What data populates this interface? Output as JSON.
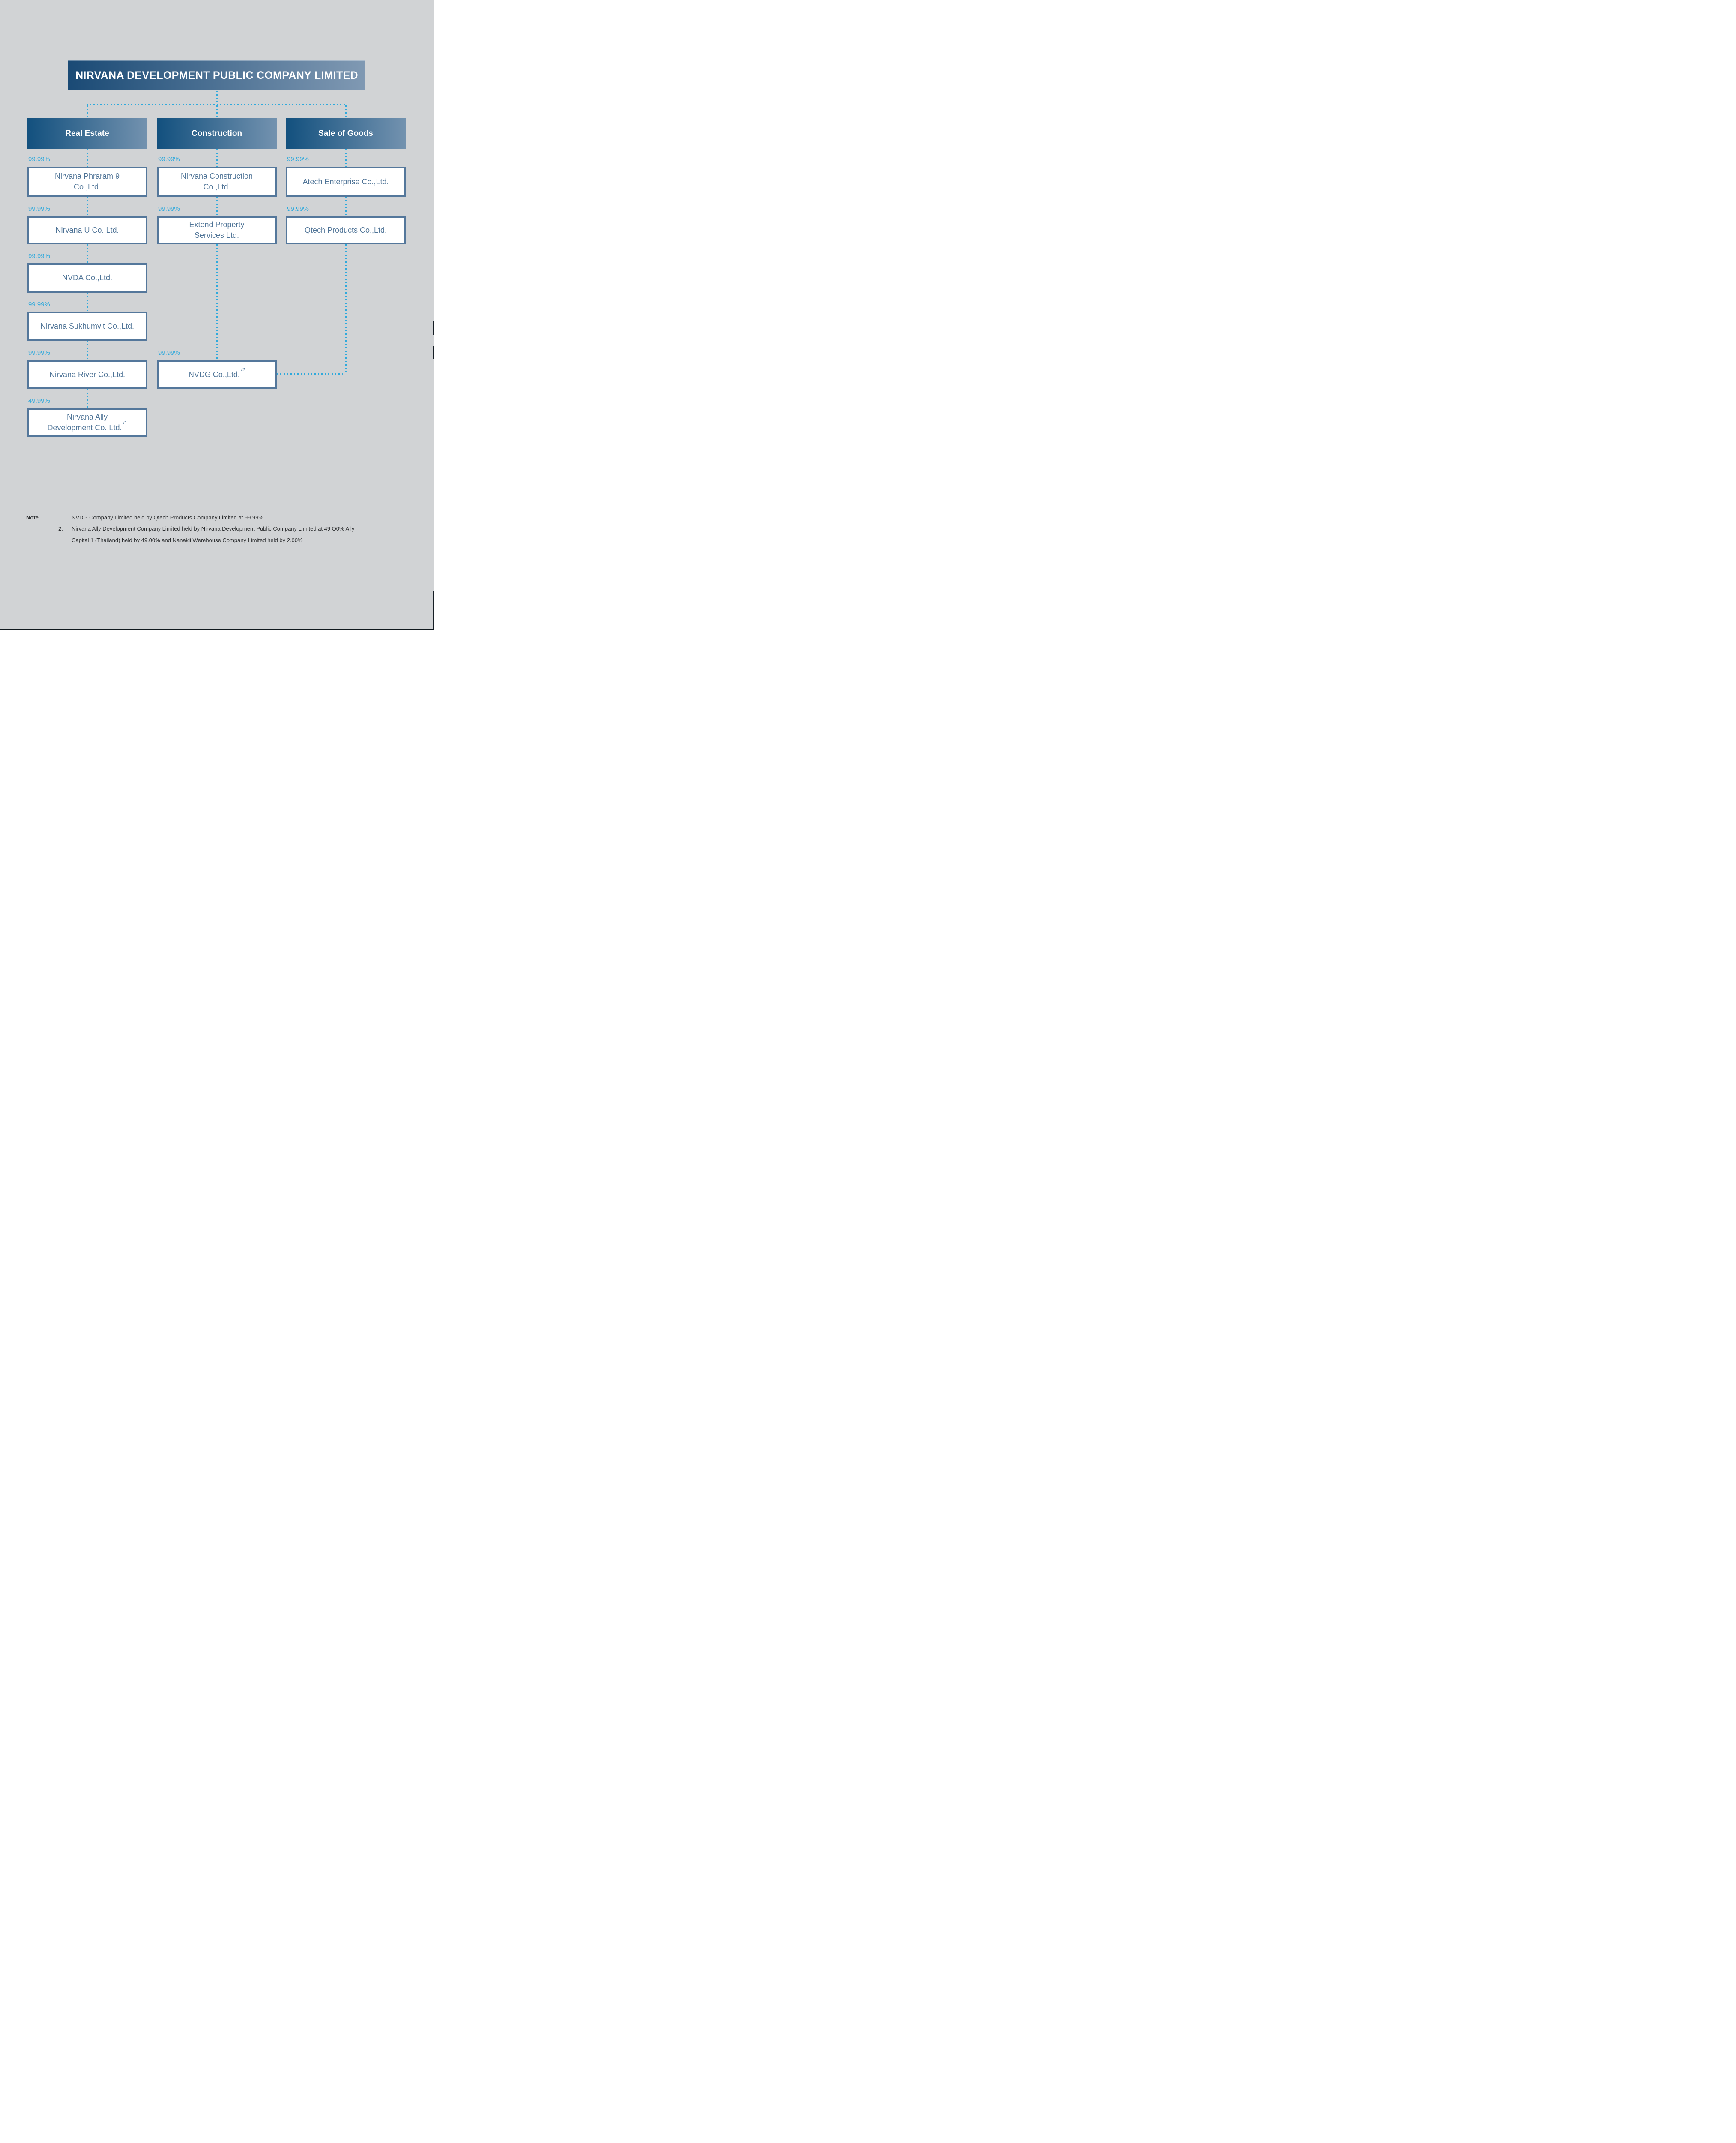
{
  "title": {
    "text": "NIRVANA DEVELOPMENT PUBLIC COMPANY LIMITED"
  },
  "columns": [
    {
      "header": "Real Estate",
      "companies": [
        {
          "lines": [
            "Nirvana Phraram 9",
            "Co.,Ltd."
          ],
          "ownership": "99.99%"
        },
        {
          "lines": [
            "Nirvana U Co.,Ltd."
          ],
          "ownership": "99.99%"
        },
        {
          "lines": [
            "NVDA Co.,Ltd."
          ],
          "ownership": "99.99%"
        },
        {
          "lines": [
            "Nirvana Sukhumvit Co.,Ltd."
          ],
          "ownership": "99.99%"
        },
        {
          "lines": [
            "Nirvana River Co.,Ltd."
          ],
          "ownership": "99.99%"
        },
        {
          "lines": [
            "Nirvana Ally",
            "Development Co.,Ltd."
          ],
          "footnote": "/1",
          "ownership": "49.99%"
        }
      ]
    },
    {
      "header": "Construction",
      "companies": [
        {
          "lines": [
            "Nirvana Construction",
            "Co.,Ltd."
          ],
          "ownership": "99.99%"
        },
        {
          "lines": [
            "Extend Property",
            "Services Ltd."
          ],
          "ownership": "99.99%"
        },
        {
          "lines": [
            "NVDG Co.,Ltd."
          ],
          "footnote": "/2",
          "ownership": "99.99%"
        }
      ]
    },
    {
      "header": "Sale of Goods",
      "companies": [
        {
          "lines": [
            "Atech Enterprise Co.,Ltd."
          ],
          "ownership": "99.99%"
        },
        {
          "lines": [
            "Qtech Products Co.,Ltd."
          ],
          "ownership": "99.99%"
        }
      ]
    }
  ],
  "note": {
    "label": "Note",
    "items": [
      {
        "num": "1.",
        "lines": [
          "NVDG Company Limited held by Qtech Products Company Limited at 99.99%"
        ]
      },
      {
        "num": "2.",
        "lines": [
          "Nirvana Ally Development Company Limited held by Nirvana Development Public Company Limited at 49 O0% Ally",
          "Capital 1 (Thailand) held by 49.00% and Nanakii Werehouse Company Limited held by 2.00%"
        ]
      }
    ]
  },
  "colors": {
    "background": "#D1D3D5",
    "accent_blue": "#2CA8DC",
    "box_border": "#54779B",
    "box_text": "#4E7396",
    "header_gradient_start": "#12507E",
    "header_gradient_end": "#7392AF",
    "title_gradient_start": "#1A4A75",
    "title_gradient_end": "#8099B3",
    "note_text": "#2D2F31"
  }
}
